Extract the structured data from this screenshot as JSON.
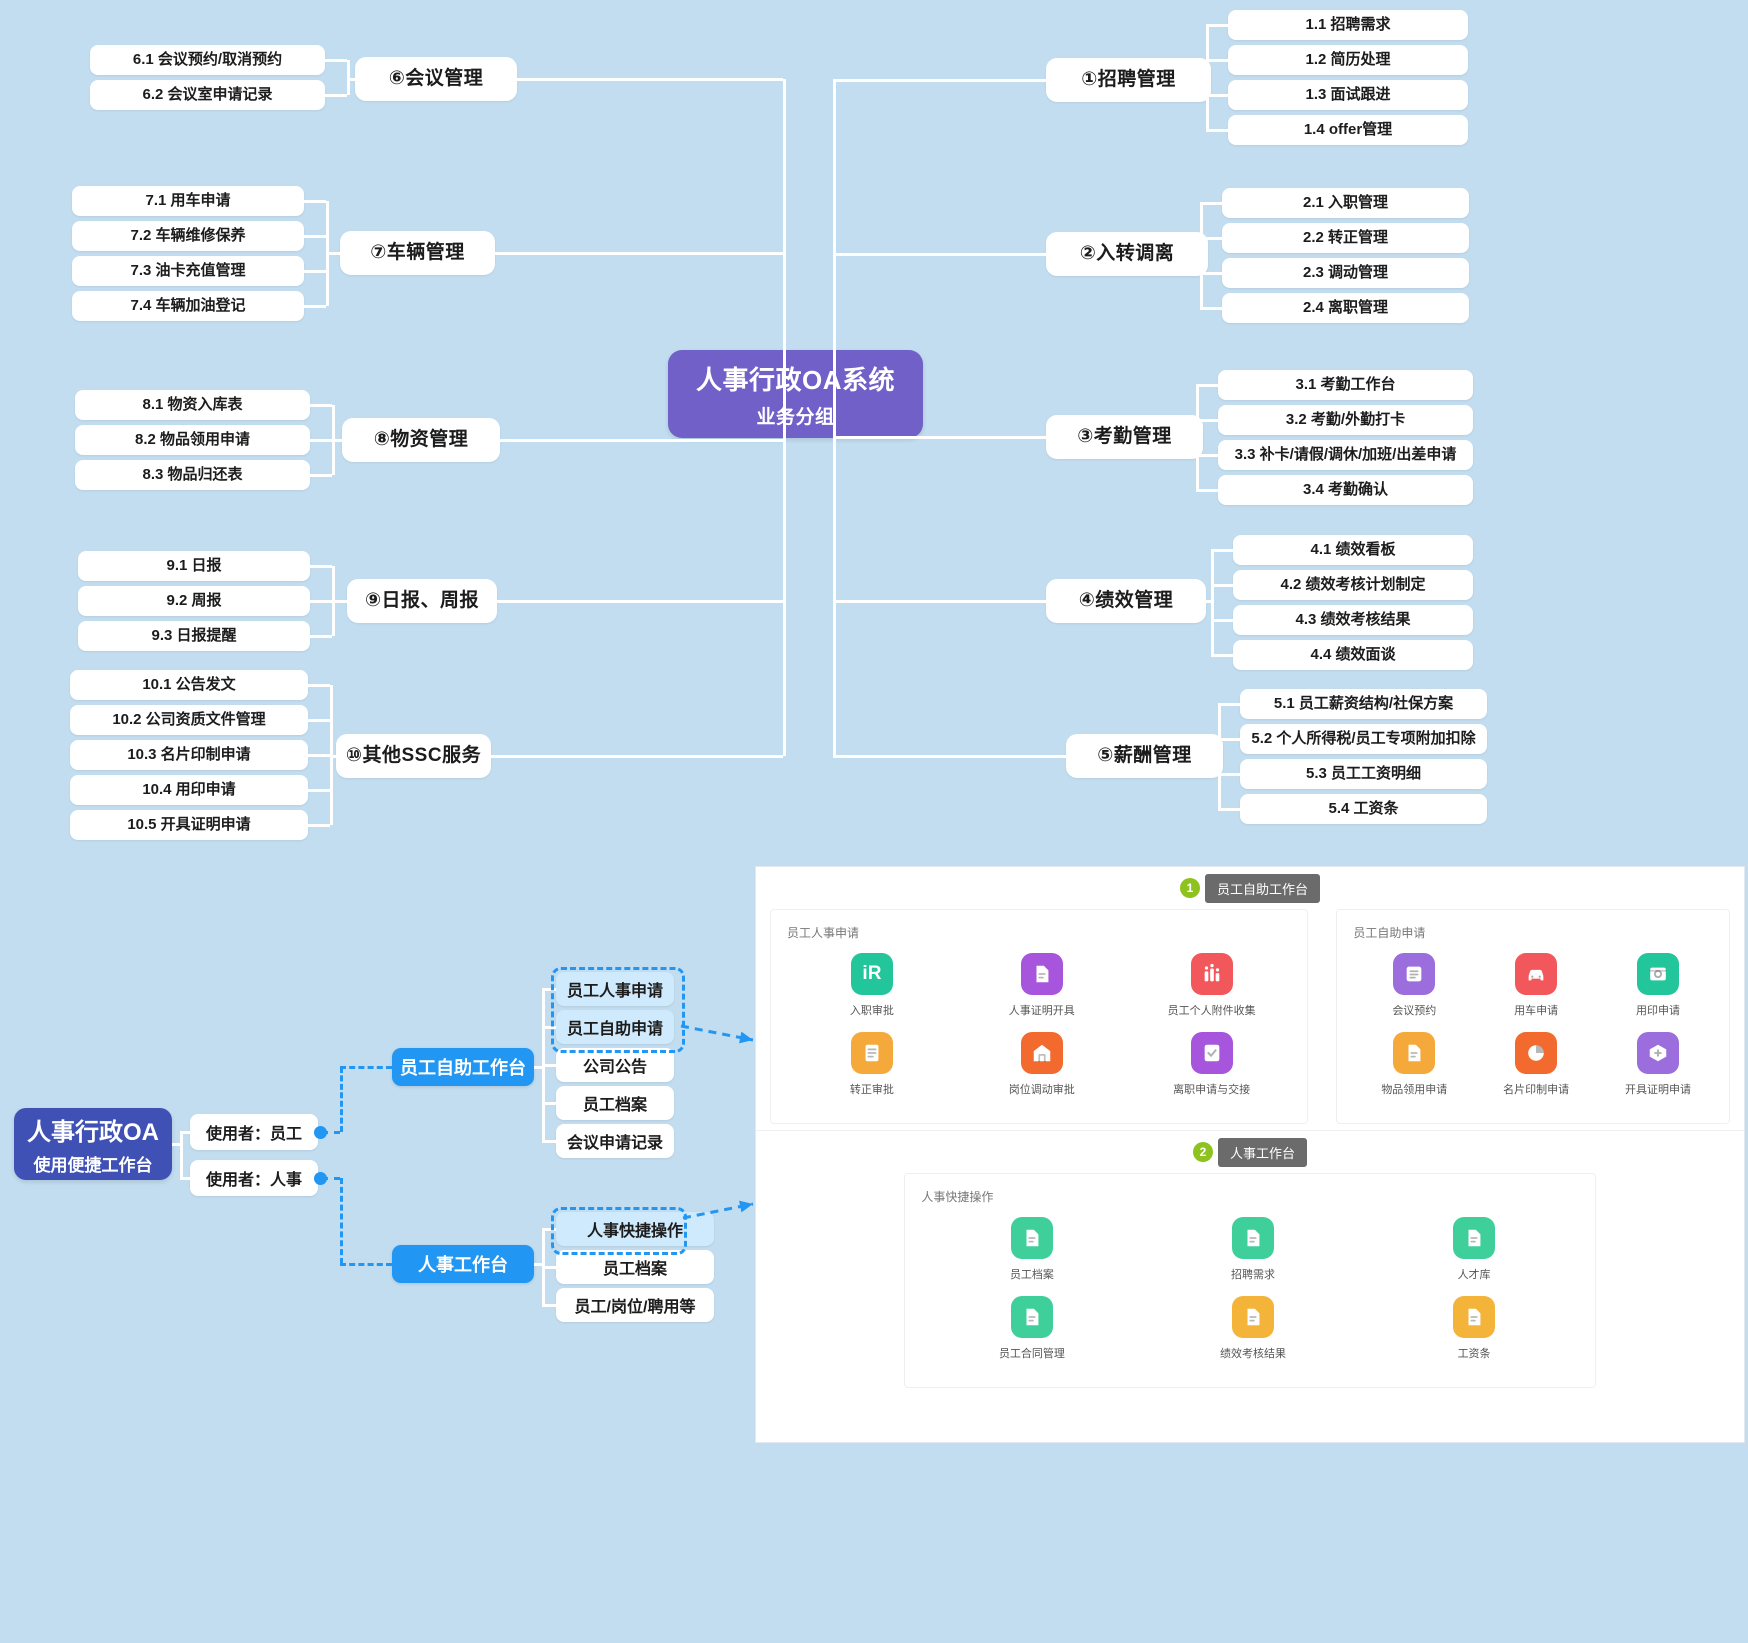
{
  "mindmap": {
    "root": {
      "line1": "人事行政OA系统",
      "line2": "业务分组",
      "color": "#7160c8"
    },
    "right_branches": [
      {
        "label": "①招聘管理",
        "children": [
          "1.1 招聘需求",
          "1.2 简历处理",
          "1.3 面试跟进",
          "1.4 offer管理"
        ]
      },
      {
        "label": "②入转调离",
        "children": [
          "2.1 入职管理",
          "2.2 转正管理",
          "2.3 调动管理",
          "2.4 离职管理"
        ]
      },
      {
        "label": "③考勤管理",
        "children": [
          "3.1 考勤工作台",
          "3.2 考勤/外勤打卡",
          "3.3 补卡/请假/调休/加班/出差申请",
          "3.4 考勤确认"
        ]
      },
      {
        "label": "④绩效管理",
        "children": [
          "4.1 绩效看板",
          "4.2 绩效考核计划制定",
          "4.3 绩效考核结果",
          "4.4 绩效面谈"
        ]
      },
      {
        "label": "⑤薪酬管理",
        "children": [
          "5.1 员工薪资结构/社保方案",
          "5.2 个人所得税/员工专项附加扣除",
          "5.3 员工工资明细",
          "5.4 工资条"
        ]
      }
    ],
    "left_branches": [
      {
        "label": "⑥会议管理",
        "children": [
          "6.1 会议预约/取消预约",
          "6.2 会议室申请记录"
        ]
      },
      {
        "label": "⑦车辆管理",
        "children": [
          "7.1 用车申请",
          "7.2 车辆维修保养",
          "7.3 油卡充值管理",
          "7.4 车辆加油登记"
        ]
      },
      {
        "label": "⑧物资管理",
        "children": [
          "8.1 物资入库表",
          "8.2 物品领用申请",
          "8.3 物品归还表"
        ]
      },
      {
        "label": "⑨日报、周报",
        "children": [
          "9.1 日报",
          "9.2 周报",
          "9.3 日报提醒"
        ]
      },
      {
        "label": "⑩其他SSC服务",
        "children": [
          "10.1 公告发文",
          "10.2 公司资质文件管理",
          "10.3 名片印制申请",
          "10.4 用印申请",
          "10.5 开具证明申请"
        ]
      }
    ]
  },
  "flow": {
    "root": {
      "line1": "人事行政OA",
      "line2": "使用便捷工作台",
      "color": "#3f51b5"
    },
    "users": [
      {
        "label": "使用者：员工"
      },
      {
        "label": "使用者：人事"
      }
    ],
    "employee_workbench": {
      "label": "员工自助工作台",
      "items": [
        "员工人事申请",
        "员工自助申请",
        "公司公告",
        "员工档案",
        "会议申请记录"
      ],
      "highlighted": [
        "员工人事申请",
        "员工自助申请"
      ]
    },
    "hr_workbench": {
      "label": "人事工作台",
      "items": [
        "人事快捷操作",
        "员工档案",
        "员工/岗位/聘用等"
      ],
      "highlighted": [
        "人事快捷操作"
      ]
    }
  },
  "panel": {
    "sections": [
      {
        "badge_num": "1",
        "badge_label": "员工自助工作台",
        "cards": [
          {
            "title": "员工人事申请",
            "tiles": [
              {
                "label": "入职审批",
                "icon": "hr-badge-icon",
                "color": "#22c69a",
                "glyph": "iR"
              },
              {
                "label": "人事证明开具",
                "icon": "document-proof-icon",
                "color": "#a855dd",
                "glyph": "doc"
              },
              {
                "label": "员工个人附件收集",
                "icon": "people-group-icon",
                "color": "#f2585b",
                "glyph": "people"
              },
              {
                "label": "转正审批",
                "icon": "form-approve-icon",
                "color": "#f4a93a",
                "glyph": "form"
              },
              {
                "label": "岗位调动审批",
                "icon": "house-move-icon",
                "color": "#f26a2e",
                "glyph": "house"
              },
              {
                "label": "离职申请与交接",
                "icon": "checklist-exit-icon",
                "color": "#a855dd",
                "glyph": "check"
              }
            ]
          },
          {
            "title": "员工自助申请",
            "tiles": [
              {
                "label": "会议预约",
                "icon": "calendar-book-icon",
                "color": "#9b6ddd",
                "glyph": "list"
              },
              {
                "label": "用车申请",
                "icon": "car-apply-icon",
                "color": "#f2585b",
                "glyph": "car"
              },
              {
                "label": "用印申请",
                "icon": "stamp-apply-icon",
                "color": "#22c69a",
                "glyph": "stamp"
              },
              {
                "label": "物品领用申请",
                "icon": "goods-receive-icon",
                "color": "#f4a93a",
                "glyph": "doc"
              },
              {
                "label": "名片印制申请",
                "icon": "card-print-icon",
                "color": "#f26a2e",
                "glyph": "pie"
              },
              {
                "label": "开具证明申请",
                "icon": "certificate-icon",
                "color": "#9b6ddd",
                "glyph": "cert"
              }
            ]
          }
        ]
      },
      {
        "badge_num": "2",
        "badge_label": "人事工作台",
        "cards": [
          {
            "title": "人事快捷操作",
            "tiles": [
              {
                "label": "员工档案",
                "icon": "file-record-icon",
                "color": "#3fcf9a",
                "glyph": "doc"
              },
              {
                "label": "招聘需求",
                "icon": "file-request-icon",
                "color": "#3fcf9a",
                "glyph": "doc"
              },
              {
                "label": "人才库",
                "icon": "file-talent-icon",
                "color": "#3fcf9a",
                "glyph": "doc"
              },
              {
                "label": "员工合同管理",
                "icon": "file-contract-icon",
                "color": "#3fcf9a",
                "glyph": "doc"
              },
              {
                "label": "绩效考核结果",
                "icon": "file-result-icon",
                "color": "#f4b43a",
                "glyph": "doc"
              },
              {
                "label": "工资条",
                "icon": "file-payslip-icon",
                "color": "#f4b43a",
                "glyph": "doc"
              }
            ]
          }
        ]
      }
    ]
  }
}
